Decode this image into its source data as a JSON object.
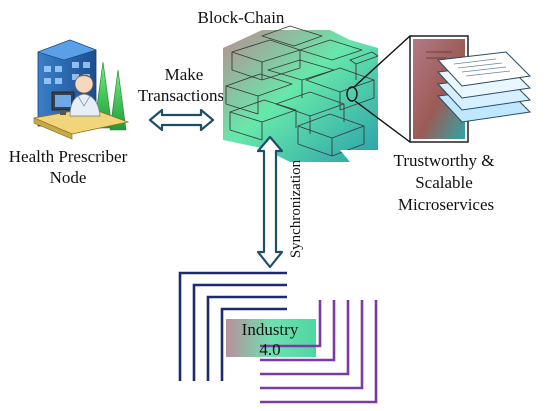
{
  "labels": {
    "block_chain": "Block-Chain",
    "make_transactions": [
      "Make",
      "Transactions"
    ],
    "health_node": [
      "Health Prescriber",
      "Node"
    ],
    "microservices": [
      "Trustworthy &",
      "Scalable",
      "Microservices"
    ],
    "synchronization": "Synchronization",
    "industry": [
      "Industry",
      "4.0"
    ]
  },
  "colors": {
    "arrow_outline": "#1f4e6b",
    "industry_lines_navy": "#1c2a6e",
    "industry_lines_purple": "#7a3aa8",
    "block_teal": "#2aa6a0",
    "block_rose": "#b07c86",
    "block_green": "#54e6a2"
  },
  "icons": {
    "health_node": "person-at-workstation-with-building-and-trees-icon",
    "document_stack": "stacked-documents-icon",
    "book": "book-icon"
  }
}
